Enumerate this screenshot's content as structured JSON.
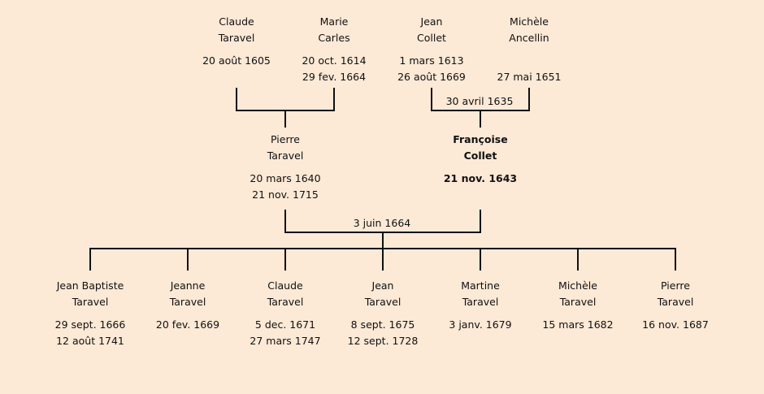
{
  "grandparents": [
    {
      "first": "Claude",
      "last": "Taravel",
      "birth": "20 août 1605",
      "death": ""
    },
    {
      "first": "Marie",
      "last": "Carles",
      "birth": "20 oct. 1614",
      "death": "29 fev. 1664"
    },
    {
      "first": "Jean",
      "last": "Collet",
      "birth": "1 mars 1613",
      "death": "26 août 1669"
    },
    {
      "first": "Michèle",
      "last": "Ancellin",
      "birth": "",
      "death": "27 mai 1651"
    }
  ],
  "grandparent_marriages": [
    "",
    "30 avril 1635"
  ],
  "parents": [
    {
      "first": "Pierre",
      "last": "Taravel",
      "birth": "20 mars 1640",
      "death": "21 nov. 1715",
      "bold": false
    },
    {
      "first": "Françoise",
      "last": "Collet",
      "birth": "21 nov. 1643",
      "death": "",
      "bold": true
    }
  ],
  "parent_marriage": "3 juin 1664",
  "children": [
    {
      "first": "Jean Baptiste",
      "last": "Taravel",
      "birth": "29 sept. 1666",
      "death": "12 août 1741"
    },
    {
      "first": "Jeanne",
      "last": "Taravel",
      "birth": "20 fev. 1669",
      "death": ""
    },
    {
      "first": "Claude",
      "last": "Taravel",
      "birth": "5 dec. 1671",
      "death": "27 mars 1747"
    },
    {
      "first": "Jean",
      "last": "Taravel",
      "birth": "8 sept. 1675",
      "death": "12 sept. 1728"
    },
    {
      "first": "Martine",
      "last": "Taravel",
      "birth": "3 janv. 1679",
      "death": ""
    },
    {
      "first": "Michèle",
      "last": "Taravel",
      "birth": "15 mars 1682",
      "death": ""
    },
    {
      "first": "Pierre",
      "last": "Taravel",
      "birth": "16 nov. 1687",
      "death": ""
    }
  ],
  "colors": {
    "background": "#fce9d6",
    "line": "#111111"
  }
}
